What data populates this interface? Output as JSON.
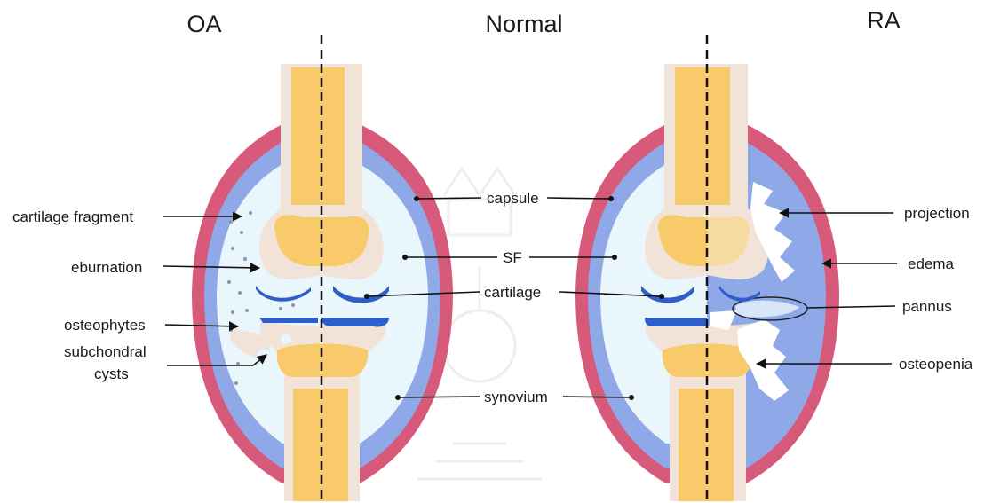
{
  "titles": {
    "left": "OA",
    "center": "Normal",
    "right": "RA"
  },
  "labels": {
    "cartilage_fragment": "cartilage fragment",
    "eburnation": "eburnation",
    "osteophytes": "osteophytes",
    "subchondral_line1": "subchondral",
    "subchondral_line2": "cysts",
    "capsule": "capsule",
    "sf": "SF",
    "cartilage": "cartilage",
    "synovium": "synovium",
    "projection": "projection",
    "edema": "edema",
    "pannus": "pannus",
    "osteopenia": "osteopenia"
  },
  "colors": {
    "capsule": "#d85a7a",
    "synovium": "#8ea8e8",
    "synovial_fluid": "#e9f6fb",
    "bone": "#f2e3d8",
    "marrow": "#f9ca6a",
    "cartilage": "#2f5ec9",
    "edema": "#8ea8e8",
    "pointer": "#111111"
  }
}
